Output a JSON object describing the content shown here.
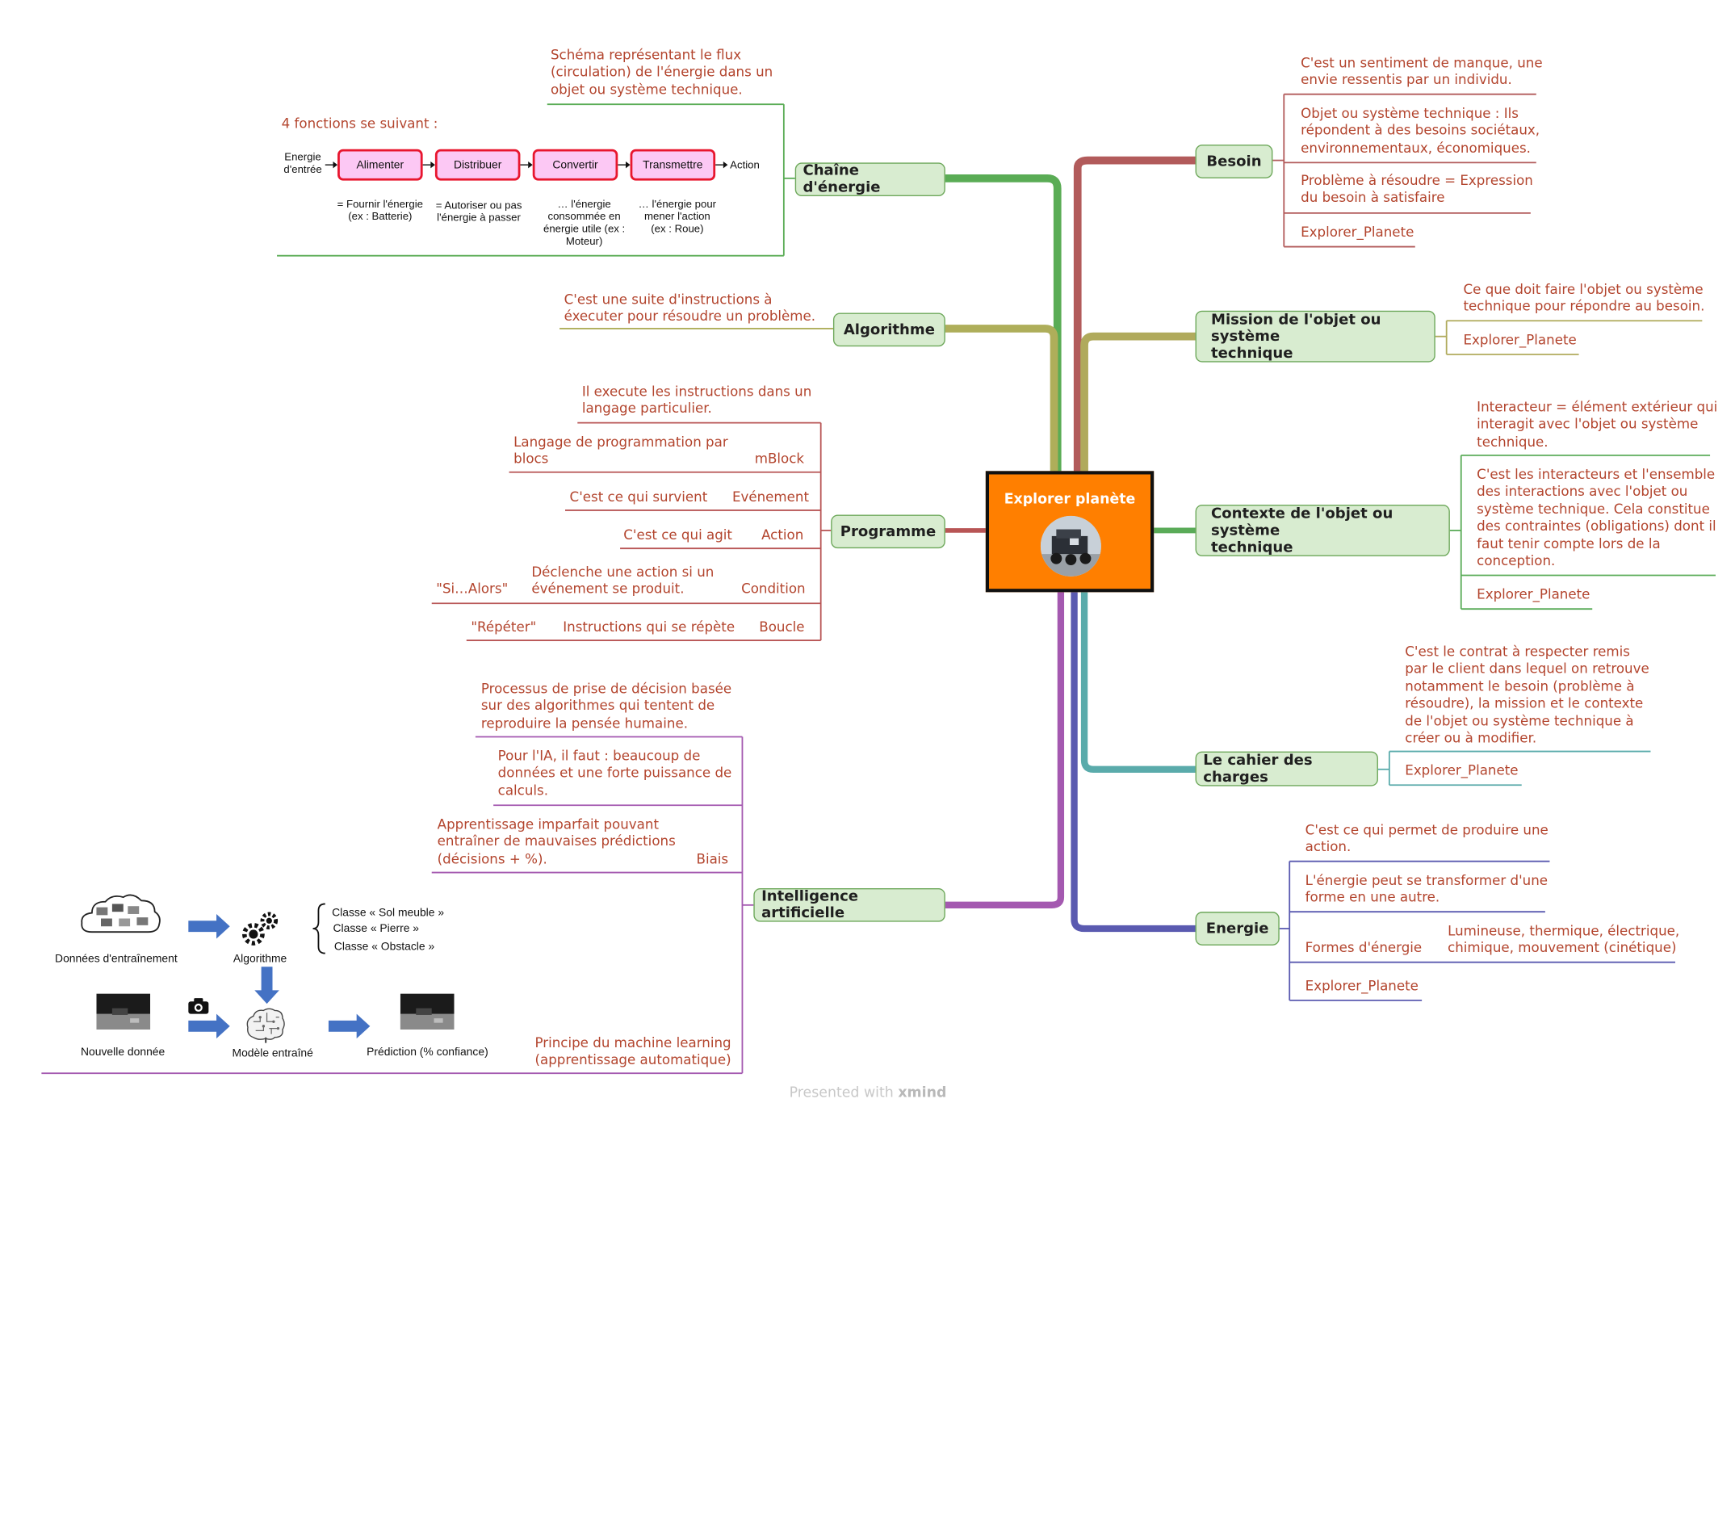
{
  "central": {
    "title": "Explorer planète"
  },
  "chaine": {
    "topic": "Chaîne d'énergie",
    "description_lines": [
      "Schéma représentant le flux",
      "(circulation) de l'énergie dans un",
      "objet ou système technique."
    ],
    "intro": "4 fonctions se suivant :",
    "input_lines": [
      "Energie",
      "d'entrée"
    ],
    "output": "Action",
    "functions": [
      {
        "name": "Alimenter",
        "desc": [
          "= Fournir l'énergie",
          "(ex : Batterie)"
        ]
      },
      {
        "name": "Distribuer",
        "desc": [
          "= Autoriser ou pas",
          "l'énergie à passer"
        ]
      },
      {
        "name": "Convertir",
        "desc": [
          "… l'énergie",
          "consommée en",
          "énergie utile (ex :",
          "Moteur)"
        ]
      },
      {
        "name": "Transmettre",
        "desc": [
          "… l'énergie pour",
          "mener l'action",
          "(ex : Roue)"
        ]
      }
    ]
  },
  "algorithme": {
    "topic": "Algorithme",
    "description_lines": [
      "C'est une suite d'instructions à",
      "éxecuter pour résoudre un problème."
    ]
  },
  "programme": {
    "topic": "Programme",
    "executes_lines": [
      "Il execute les instructions dans un",
      "langage particulier."
    ],
    "language_lines": [
      "Langage de programmation par",
      "blocs"
    ],
    "language_tag": "mBlock",
    "event_desc": "C'est ce qui survient",
    "event_tag": "Evénement",
    "action_desc": "C'est ce qui agit",
    "action_tag": "Action",
    "condition_example": "\"Si…Alors\"",
    "condition_desc_lines": [
      "Déclenche une action si un",
      "événement se produit."
    ],
    "condition_tag": "Condition",
    "loop_example": "\"Répéter\"",
    "loop_desc": "Instructions qui se répète",
    "loop_tag": "Boucle"
  },
  "ia": {
    "topic": "Intelligence artificielle",
    "definition_lines": [
      "Processus de prise de décision basée",
      "sur des algorithmes qui tentent de",
      "reproduire la pensée humaine."
    ],
    "requirements_lines": [
      "Pour l'IA, il faut : beaucoup de",
      "données et une forte puissance de",
      "calculs."
    ],
    "bias_lines": [
      "Apprentissage imparfait pouvant",
      "entraîner de mauvaises prédictions",
      "(décisions + %)."
    ],
    "bias_tag": "Biais",
    "ml_lines": [
      "Principe du machine learning",
      "(apprentissage automatique)"
    ],
    "diagram": {
      "training_data": "Données d'entraînement",
      "algorithm": "Algorithme",
      "classes": [
        "Classe « Sol meuble »",
        "Classe « Pierre »",
        "Classe « Obstacle »"
      ],
      "new_data": "Nouvelle donnée",
      "trained_model": "Modèle entraîné",
      "prediction": "Prédiction (% confiance)"
    }
  },
  "besoin": {
    "topic": "Besoin",
    "items": [
      [
        "C'est un sentiment de manque, une",
        "envie ressentis par un individu."
      ],
      [
        "Objet ou système technique : Ils",
        "répondent à des besoins sociétaux,",
        "environnementaux, économiques."
      ],
      [
        "Problème à résoudre = Expression",
        "du besoin à satisfaire"
      ],
      [
        "Explorer_Planete"
      ]
    ]
  },
  "mission": {
    "topic_lines": [
      "Mission de l'objet ou système",
      "technique"
    ],
    "items": [
      [
        "Ce que doit faire l'objet ou système",
        "technique pour répondre au besoin."
      ],
      [
        "Explorer_Planete"
      ]
    ]
  },
  "contexte": {
    "topic_lines": [
      "Contexte de l'objet ou système",
      "technique"
    ],
    "items": [
      [
        "Interacteur = élément extérieur qui",
        "interagit avec l'objet ou système",
        "technique."
      ],
      [
        "C'est les interacteurs et l'ensemble",
        "des interactions avec l'objet ou",
        "système technique.  Cela constitue",
        "des contraintes (obligations) dont il",
        "faut tenir compte  lors de la",
        "conception."
      ],
      [
        "Explorer_Planete"
      ]
    ]
  },
  "cahier": {
    "topic": "Le cahier des charges",
    "items": [
      [
        "C'est le contrat à respecter remis",
        "par le client dans lequel on retrouve",
        "notamment le besoin (problème à",
        "résoudre), la mission et le contexte",
        "de l'objet ou système technique à",
        "créer ou à modifier."
      ],
      [
        "Explorer_Planete"
      ]
    ]
  },
  "energie": {
    "topic": "Energie",
    "items": [
      [
        "C'est ce qui permet de produire une",
        "action."
      ],
      [
        "L'énergie peut se transformer d'une",
        "forme en une autre."
      ]
    ],
    "forms_label": "Formes d'énergie",
    "forms_lines": [
      "Lumineuse, thermique, électrique,",
      "chimique, mouvement (cinétique)"
    ],
    "link": "Explorer_Planete"
  },
  "footer": {
    "prefix": "Presented with",
    "brand": "xmind"
  },
  "colors": {
    "central": "#ff7f00",
    "topic_fill": "#d8ecd0",
    "topic_border": "#6da85a",
    "text": "#b3452e",
    "chaine": "#5aac55",
    "algorithme": "#aeae5a",
    "programme": "#b85555",
    "ia": "#a459b0",
    "besoin": "#b25b5b",
    "mission": "#b0aa5c",
    "contexte": "#5aab58",
    "cahier": "#5aabab",
    "energie": "#5a5ab0"
  }
}
